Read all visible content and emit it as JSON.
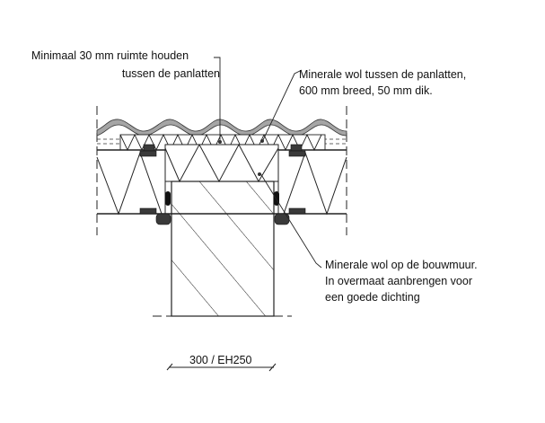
{
  "annotations": {
    "battens_space": [
      "Minimaal 30 mm ruimte houden",
      "tussen de panlatten"
    ],
    "wool_between_battens": [
      "Minerale wol tussen de panlatten,",
      "600 mm breed, 50 mm dik."
    ],
    "wool_on_wall": [
      "Minerale wol op de bouwmuur.",
      "In overmaat aanbrengen voor",
      "een goede dichting"
    ]
  },
  "scale_label": "300 / EH250",
  "colors": {
    "line": "#111111",
    "seal": "#333333",
    "tile": "#9a9a9a"
  }
}
